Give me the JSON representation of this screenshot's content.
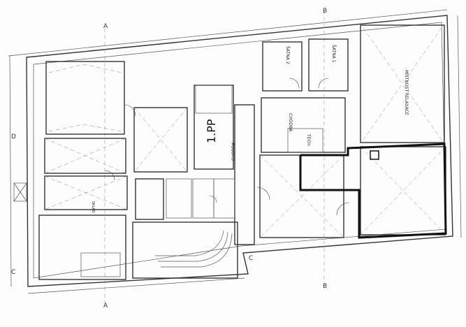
{
  "floor_label": "1.PP",
  "section_markers": {
    "top_left": "A",
    "top_right": "B",
    "left_upper": "D",
    "left_lower": "C",
    "mid_c": "C",
    "bottom_b": "B",
    "bottom_a": "A"
  },
  "rooms": {
    "relax": "MÍSTNOST RELAXACE",
    "satna1": "ŠATNA 1",
    "satna2": "ŠATNA 2",
    "chodba_right": "CHODBA",
    "chodba_mid": "CHODBA",
    "tech": "TECH.",
    "sklad": "SKLAD"
  }
}
